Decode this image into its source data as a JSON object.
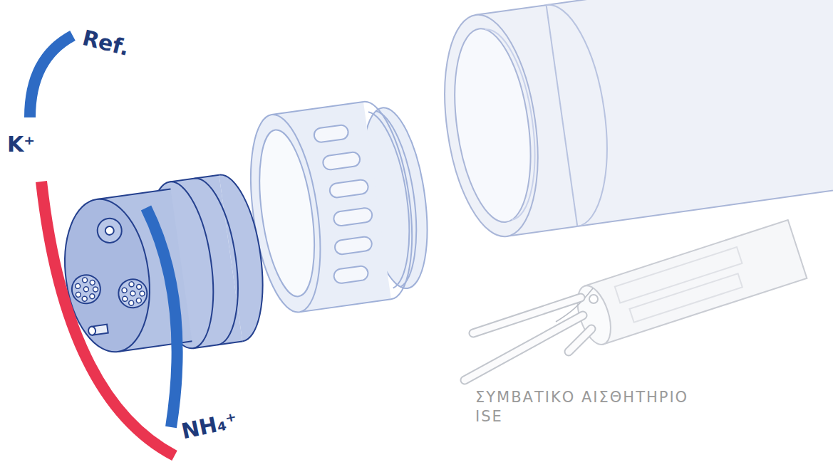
{
  "diagram": {
    "labels": [
      "Ref.",
      "K⁺",
      "NH₄⁺",
      "ΣΥΜΒΑΤΙΚΟ ΑΙΣΘΗΤΗΡΙΟ ISE"
    ]
  }
}
